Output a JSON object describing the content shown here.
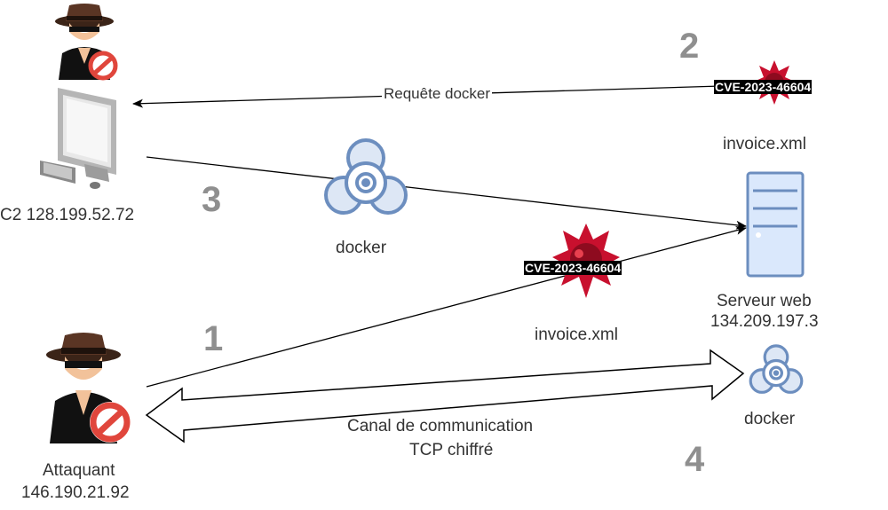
{
  "nodes": {
    "c2": {
      "label": "C2 128.199.52.72",
      "icon": "computer-icon"
    },
    "attacker": {
      "name": "Attaquant",
      "ip": "146.190.21.92",
      "icon": "spy-icon"
    },
    "attacker_top": {
      "icon": "spy-icon"
    },
    "server": {
      "name": "Serveur web",
      "ip": "134.209.197.3",
      "icon": "server-icon"
    },
    "docker_mid": {
      "label": "docker",
      "icon": "biohazard-icon"
    },
    "docker_server": {
      "label": "docker",
      "icon": "biohazard-icon"
    },
    "payload_top": {
      "cve": "CVE-2023-46604",
      "file": "invoice.xml",
      "icon": "virus-icon"
    },
    "payload_mid": {
      "cve": "CVE-2023-46604",
      "file": "invoice.xml",
      "icon": "virus-icon"
    }
  },
  "edges": {
    "docker_request": {
      "label": "Requête docker"
    },
    "channel": {
      "line1": "Canal de communication",
      "line2": "TCP chiffré"
    }
  },
  "steps": [
    "1",
    "2",
    "3",
    "4"
  ],
  "colors": {
    "virus": "#c8102e",
    "server": "#6c8ebf",
    "biohazard": "#6c8ebf",
    "step": "#8f8f8f"
  }
}
